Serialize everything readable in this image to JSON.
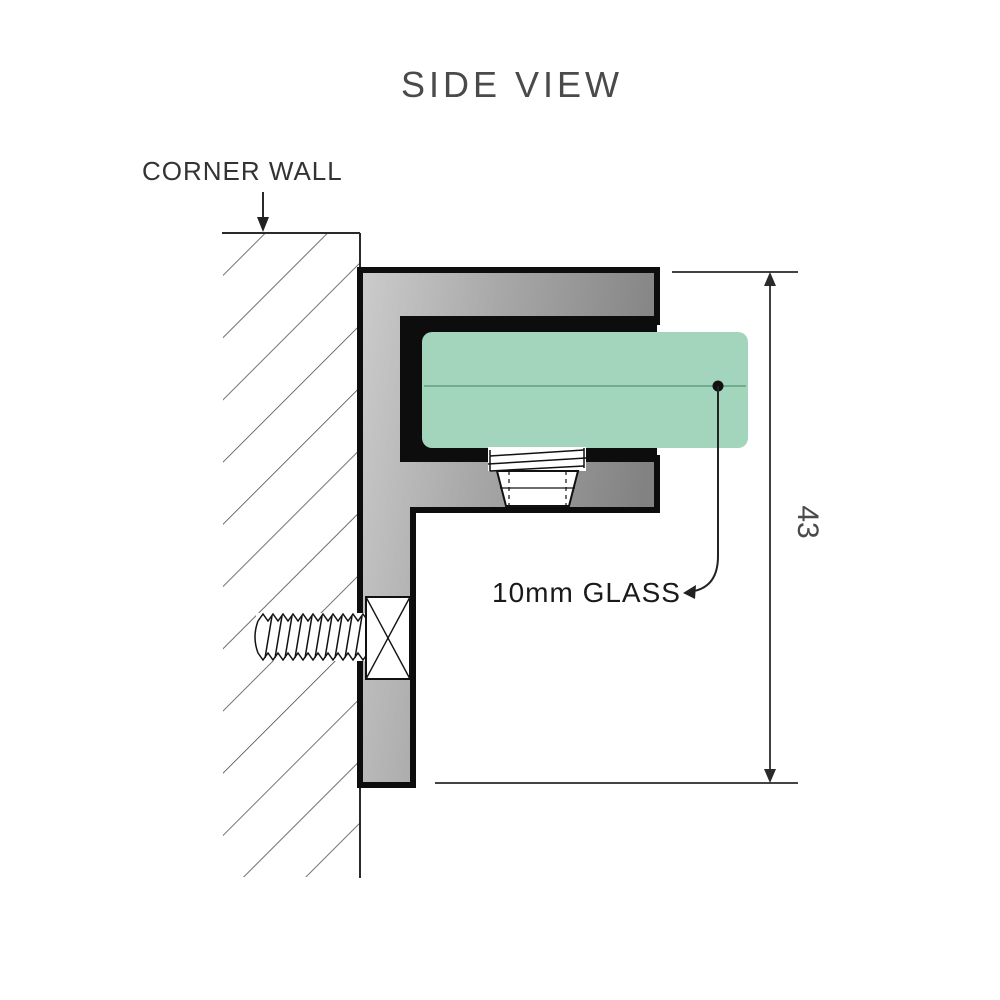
{
  "diagram": {
    "title": "SIDE VIEW",
    "labels": {
      "wall": "CORNER WALL",
      "glass": "10mm GLASS",
      "dimension": "43"
    },
    "colors": {
      "glass": "#a3d5bc",
      "glass_edge": "#74ab8f",
      "metal_light": "#cccccc",
      "metal_mid": "#a8a8a8",
      "metal_dark": "#828282",
      "outline": "#0d0d0d"
    }
  }
}
